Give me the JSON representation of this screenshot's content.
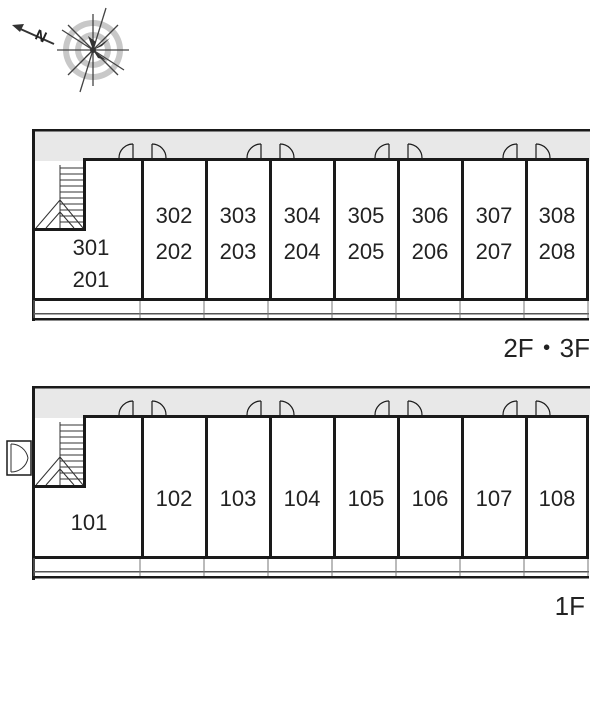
{
  "compass": {
    "label": "N"
  },
  "floors": [
    {
      "id": "upper",
      "floor_label": "2F・3F",
      "units": [
        {
          "line1": "301",
          "line2": "201"
        },
        {
          "line1": "302",
          "line2": "202"
        },
        {
          "line1": "303",
          "line2": "203"
        },
        {
          "line1": "304",
          "line2": "204"
        },
        {
          "line1": "305",
          "line2": "205"
        },
        {
          "line1": "306",
          "line2": "206"
        },
        {
          "line1": "307",
          "line2": "207"
        },
        {
          "line1": "308",
          "line2": "208"
        }
      ]
    },
    {
      "id": "ground",
      "floor_label": "1F",
      "units": [
        {
          "line1": "101"
        },
        {
          "line1": "102"
        },
        {
          "line1": "103"
        },
        {
          "line1": "104"
        },
        {
          "line1": "105"
        },
        {
          "line1": "106"
        },
        {
          "line1": "107"
        },
        {
          "line1": "108"
        }
      ]
    }
  ],
  "colors": {
    "wall": "#1a1a1a",
    "corridor": "#e8e8e8",
    "compass_ring": "#a8a8a8"
  }
}
